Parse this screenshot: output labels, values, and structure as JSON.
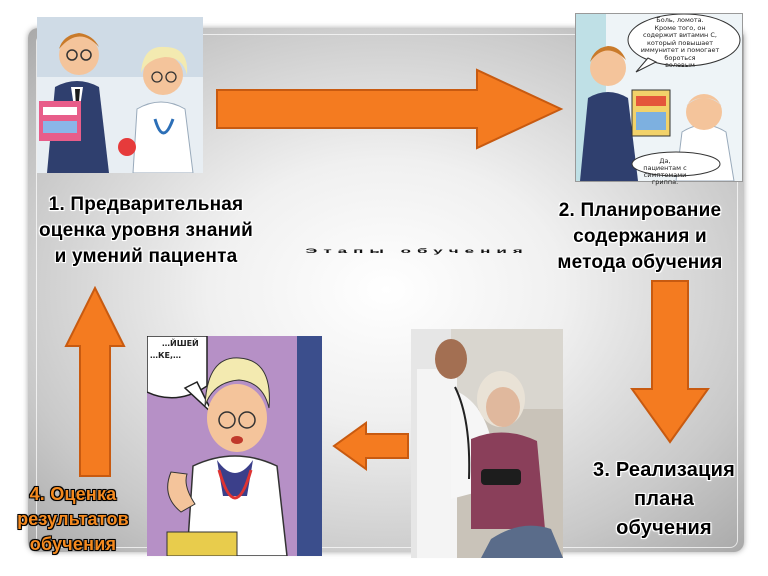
{
  "diagram": {
    "center_title": "Этапы обучения",
    "steps": [
      {
        "label": [
          "1. Предварительная",
          "оценка уровня знаний",
          "и умений пациента"
        ]
      },
      {
        "label": [
          "2. Планирование",
          "содержания и",
          "метода обучения"
        ]
      },
      {
        "label": [
          "3. Реализация",
          "плана",
          "обучения"
        ]
      },
      {
        "label": [
          "4. Оценка",
          "результатов",
          "обучения"
        ]
      }
    ],
    "speech_bubble_top_right": [
      "Боль, ломота.",
      "Кроме того, он",
      "содержит витамин С,",
      "который повышает",
      "иммунитет и помогает",
      "бороться",
      "волевым"
    ],
    "speech_bubble_bottom_right": [
      "Да,",
      "пациентам с",
      "симптомами гриппа."
    ],
    "speech_bubble_bottom_left": [
      "…ЙШЕЙ",
      "…КЕ,…"
    ],
    "colors": {
      "arrow_fill": "#f47b20",
      "arrow_stroke": "#c85a10",
      "step4_text": "#f58a1f"
    }
  }
}
